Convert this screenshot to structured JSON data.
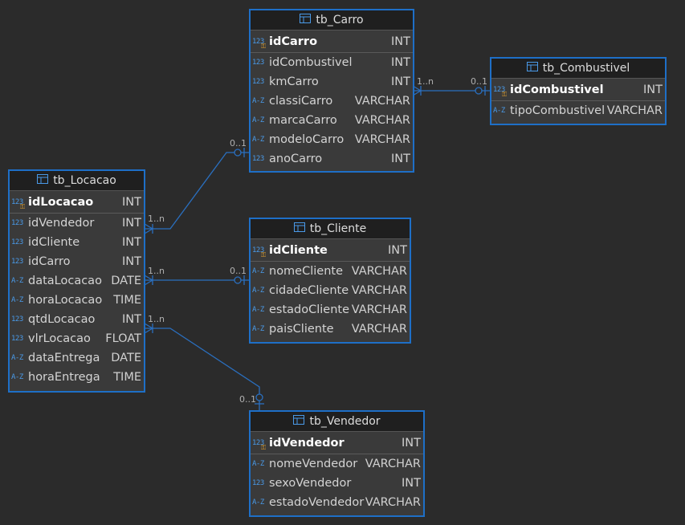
{
  "tables": {
    "carro": {
      "name": "tb_Carro",
      "fields": [
        {
          "type_icon": "123",
          "name": "idCarro",
          "type": "INT",
          "pk": true
        },
        {
          "type_icon": "123",
          "name": "idCombustivel",
          "type": "INT"
        },
        {
          "type_icon": "123",
          "name": "kmCarro",
          "type": "INT"
        },
        {
          "type_icon": "A-Z",
          "name": "classiCarro",
          "type": "VARCHAR"
        },
        {
          "type_icon": "A-Z",
          "name": "marcaCarro",
          "type": "VARCHAR"
        },
        {
          "type_icon": "A-Z",
          "name": "modeloCarro",
          "type": "VARCHAR"
        },
        {
          "type_icon": "123",
          "name": "anoCarro",
          "type": "INT"
        }
      ]
    },
    "combustivel": {
      "name": "tb_Combustivel",
      "fields": [
        {
          "type_icon": "123",
          "name": "idCombustivel",
          "type": "INT",
          "pk": true
        },
        {
          "type_icon": "A-Z",
          "name": "tipoCombustivel",
          "type": "VARCHAR"
        }
      ]
    },
    "locacao": {
      "name": "tb_Locacao",
      "fields": [
        {
          "type_icon": "123",
          "name": "idLocacao",
          "type": "INT",
          "pk": true
        },
        {
          "type_icon": "123",
          "name": "idVendedor",
          "type": "INT"
        },
        {
          "type_icon": "123",
          "name": "idCliente",
          "type": "INT"
        },
        {
          "type_icon": "123",
          "name": "idCarro",
          "type": "INT"
        },
        {
          "type_icon": "A-Z",
          "name": "dataLocacao",
          "type": "DATE"
        },
        {
          "type_icon": "A-Z",
          "name": "horaLocacao",
          "type": "TIME"
        },
        {
          "type_icon": "123",
          "name": "qtdLocacao",
          "type": "INT"
        },
        {
          "type_icon": "123",
          "name": "vlrLocacao",
          "type": "FLOAT"
        },
        {
          "type_icon": "A-Z",
          "name": "dataEntrega",
          "type": "DATE"
        },
        {
          "type_icon": "A-Z",
          "name": "horaEntrega",
          "type": "TIME"
        }
      ]
    },
    "cliente": {
      "name": "tb_Cliente",
      "fields": [
        {
          "type_icon": "123",
          "name": "idCliente",
          "type": "INT",
          "pk": true
        },
        {
          "type_icon": "A-Z",
          "name": "nomeCliente",
          "type": "VARCHAR"
        },
        {
          "type_icon": "A-Z",
          "name": "cidadeCliente",
          "type": "VARCHAR"
        },
        {
          "type_icon": "A-Z",
          "name": "estadoCliente",
          "type": "VARCHAR"
        },
        {
          "type_icon": "A-Z",
          "name": "paisCliente",
          "type": "VARCHAR"
        }
      ]
    },
    "vendedor": {
      "name": "tb_Vendedor",
      "fields": [
        {
          "type_icon": "123",
          "name": "idVendedor",
          "type": "INT",
          "pk": true
        },
        {
          "type_icon": "A-Z",
          "name": "nomeVendedor",
          "type": "VARCHAR"
        },
        {
          "type_icon": "123",
          "name": "sexoVendedor",
          "type": "INT"
        },
        {
          "type_icon": "A-Z",
          "name": "estadoVendedor",
          "type": "VARCHAR"
        }
      ]
    }
  },
  "relationships": [
    {
      "from": "tb_Carro",
      "to": "tb_Combustivel",
      "from_card": "1..n",
      "to_card": "0..1"
    },
    {
      "from": "tb_Locacao",
      "to": "tb_Carro",
      "from_card": "1..n",
      "to_card": "0..1"
    },
    {
      "from": "tb_Locacao",
      "to": "tb_Cliente",
      "from_card": "1..n",
      "to_card": "0..1"
    },
    {
      "from": "tb_Locacao",
      "to": "tb_Vendedor",
      "from_card": "1..n",
      "to_card": "0..1"
    }
  ],
  "colors": {
    "background": "#2b2b2b",
    "border": "#1e6fc7",
    "edge": "#2a6fbf",
    "key": "#e0a030"
  },
  "icons": {
    "table": "table-icon",
    "numeric": "numeric-type-icon",
    "text": "text-type-icon",
    "primary_key": "key-icon"
  }
}
